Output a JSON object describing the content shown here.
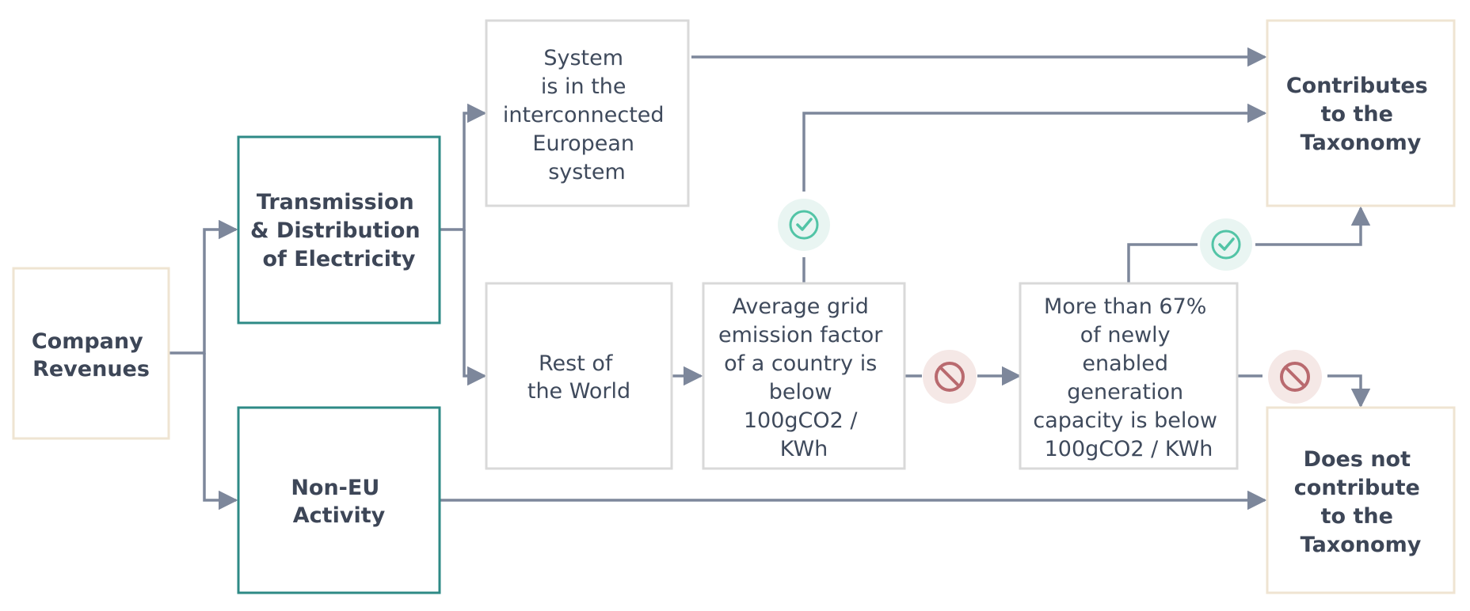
{
  "nodes": {
    "company_revenues": {
      "lines": [
        "Company",
        "Revenues"
      ]
    },
    "transmission_distribution": {
      "lines": [
        "Transmission",
        "& Distribution",
        "of Electricity"
      ]
    },
    "non_eu_activity": {
      "lines": [
        "Non-EU",
        "Activity"
      ]
    },
    "interconnected_system": {
      "lines": [
        "System",
        "is in the",
        "interconnected",
        "European",
        "system"
      ]
    },
    "rest_of_world": {
      "lines": [
        "Rest of",
        "the World"
      ]
    },
    "grid_emission_factor": {
      "lines": [
        "Average grid",
        "emission factor",
        "of a country is",
        "below",
        "100gCO2 /",
        "KWh"
      ]
    },
    "generation_capacity": {
      "lines": [
        "More than 67%",
        "of newly",
        "enabled",
        "generation",
        "capacity is below",
        "100gCO2 / KWh"
      ]
    },
    "contributes": {
      "lines": [
        "Contributes",
        "to the",
        "Taxonomy"
      ]
    },
    "does_not_contribute": {
      "lines": [
        "Does not",
        "contribute",
        "to the",
        "Taxonomy"
      ]
    }
  },
  "icons": {
    "check": "check-circle-icon",
    "block": "prohibited-icon"
  },
  "colors": {
    "teal_border": "#2e8a86",
    "beige_border": "#efe4d2",
    "gray_border": "#d9d9d9",
    "connector": "#7d879b",
    "check_bg": "#e9f5f2",
    "check_fg": "#52c4a6",
    "block_bg": "#f5e8e6",
    "block_fg": "#b96a6f"
  }
}
